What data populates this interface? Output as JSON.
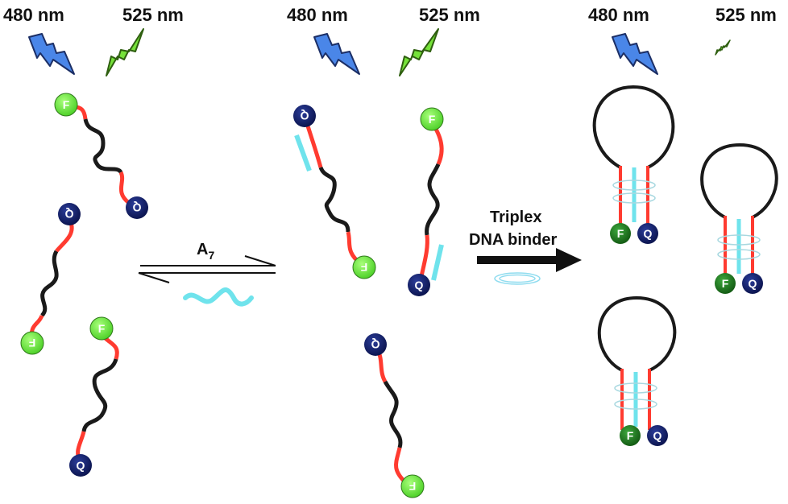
{
  "wavelengths": {
    "blue": "480 nm",
    "green": "525 nm"
  },
  "labels": {
    "reagent_main": "A",
    "reagent_sub": "7",
    "binder_line1": "Triplex",
    "binder_line2": "DNA binder"
  },
  "beads": {
    "fluor": "F",
    "quench": "Q"
  },
  "colors": {
    "blue_bolt": "#4a86e8",
    "green_bolt": "#76e23a",
    "strand_black": "#1a1a1a",
    "strand_red": "#ff3b30",
    "cyan": "#6fe3ec",
    "fluor_bright": "#6ee33c",
    "fluor_dark": "#1f7a1f",
    "quench": "#16236b"
  }
}
